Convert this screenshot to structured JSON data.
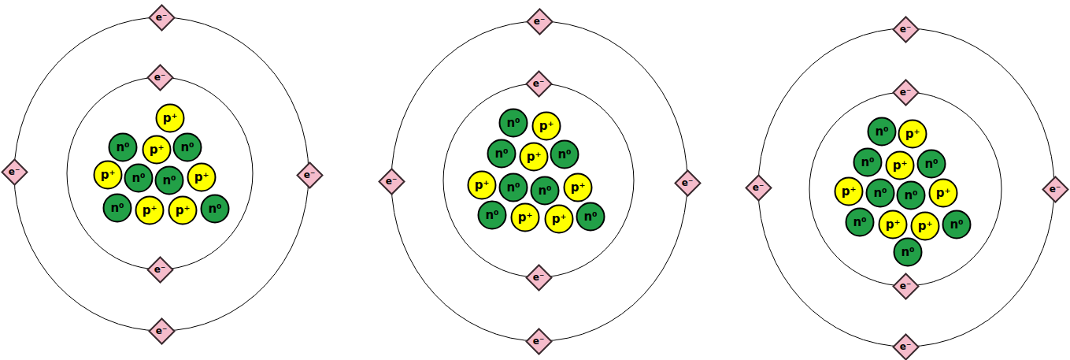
{
  "diagram": {
    "nodes": [
      {
        "text": [
          "e⁻"
        ]
      },
      {
        "text": [
          "e⁻"
        ]
      },
      {
        "text": [
          "p⁺"
        ]
      },
      {
        "text": [
          "n⁰"
        ]
      },
      {
        "text": [
          "p⁺"
        ]
      },
      {
        "text": [
          "n⁰"
        ]
      },
      {
        "text": [
          "p⁺"
        ]
      },
      {
        "text": [
          "n⁰"
        ]
      },
      {
        "text": [
          "n⁰"
        ]
      },
      {
        "text": [
          "p⁺"
        ]
      },
      {
        "text": [
          "n⁰"
        ]
      },
      {
        "text": [
          "p⁺"
        ]
      },
      {
        "text": [
          "p⁺"
        ]
      },
      {
        "text": [
          "n⁰"
        ]
      },
      {
        "text": [
          "e⁻"
        ]
      },
      {
        "text": [
          "e⁻"
        ]
      },
      {
        "text": [
          "e⁻"
        ]
      },
      {
        "text": [
          "e⁻"
        ]
      },
      {
        "text": [
          "e⁻"
        ]
      },
      {
        "text": [
          "e⁻"
        ]
      },
      {
        "text": [
          "n⁰"
        ]
      },
      {
        "text": [
          "p⁺"
        ]
      },
      {
        "text": [
          "n⁰"
        ]
      },
      {
        "text": [
          "p⁺"
        ]
      },
      {
        "text": [
          "n⁰"
        ]
      },
      {
        "text": [
          "p⁺"
        ]
      },
      {
        "text": [
          "n⁰"
        ]
      },
      {
        "text": [
          "n⁰"
        ]
      },
      {
        "text": [
          "p⁺"
        ]
      },
      {
        "text": [
          "n⁰"
        ]
      },
      {
        "text": [
          "p⁺"
        ]
      },
      {
        "text": [
          "p⁺"
        ]
      },
      {
        "text": [
          "n⁰"
        ]
      },
      {
        "text": [
          "e⁻"
        ]
      },
      {
        "text": [
          "e⁻"
        ]
      },
      {
        "text": [
          "e⁻"
        ]
      },
      {
        "text": [
          "e⁻"
        ]
      },
      {
        "text": [
          "e⁻"
        ]
      },
      {
        "text": [
          "e⁻"
        ]
      },
      {
        "text": [
          "n⁰"
        ]
      },
      {
        "text": [
          "p⁺"
        ]
      },
      {
        "text": [
          "n⁰"
        ]
      },
      {
        "text": [
          "p⁺"
        ]
      },
      {
        "text": [
          "n⁰"
        ]
      },
      {
        "text": [
          "p⁺"
        ]
      },
      {
        "text": [
          "n⁰"
        ]
      },
      {
        "text": [
          "n⁰"
        ]
      },
      {
        "text": [
          "p⁺"
        ]
      },
      {
        "text": [
          "n⁰"
        ]
      },
      {
        "text": [
          "p⁺"
        ]
      },
      {
        "text": [
          "p⁺"
        ]
      },
      {
        "text": [
          "n⁰"
        ]
      },
      {
        "text": [
          "n⁰"
        ]
      },
      {
        "text": [
          "e⁻"
        ]
      },
      {
        "text": [
          "e⁻"
        ]
      },
      {
        "text": [
          "e⁻"
        ]
      },
      {
        "text": [
          "e⁻"
        ]
      }
    ]
  }
}
